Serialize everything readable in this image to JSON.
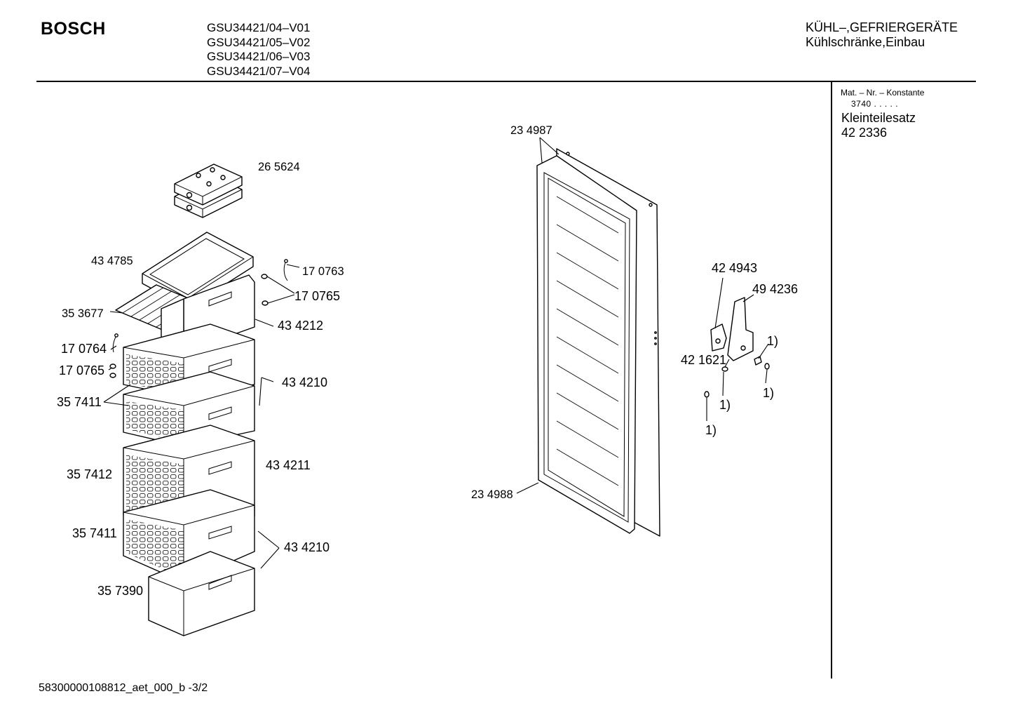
{
  "header": {
    "brand": "BOSCH",
    "models": [
      "GSU34421/04–V01",
      "GSU34421/05–V02",
      "GSU34421/06–V03",
      "GSU34421/07–V04"
    ],
    "category_line1": "KÜHL–,GEFRIERGERÄTE",
    "category_line2": "Kühlschränke,Einbau"
  },
  "side_panel": {
    "mat_label": "Mat. – Nr. – Konstante",
    "mat_constant": "3740  .  .  .  .  .",
    "kit_name": "Kleinteilesatz",
    "kit_number": "42 2336"
  },
  "part_labels": {
    "p265624": "26 5624",
    "p434785": "43 4785",
    "p170763": "17 0763",
    "p170765a": "17 0765",
    "p353677": "35 3677",
    "p434212": "43 4212",
    "p170764": "17 0764",
    "p170765b": "17 0765",
    "p434210a": "43 4210",
    "p357411a": "35 7411",
    "p434211": "43 4211",
    "p357412": "35 7412",
    "p357411b": "35 7411",
    "p434210b": "43 4210",
    "p357390": "35 7390",
    "p234987": "23 4987",
    "p234988": "23 4988",
    "p424943": "42 4943",
    "p494236": "49 4236",
    "p421621": "42 1621",
    "note1a": "1)",
    "note1b": "1)",
    "note1c": "1)",
    "note1d": "1)"
  },
  "footer": {
    "doc_id": "58300000108812_aet_000_b  -3/2"
  }
}
